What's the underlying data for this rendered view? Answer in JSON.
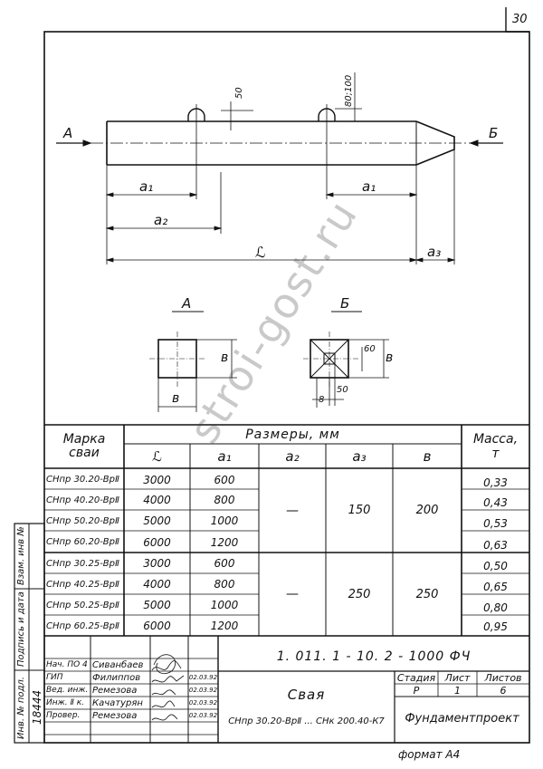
{
  "page_number": "30",
  "drawing": {
    "view_arrow_left": "А",
    "view_arrow_right": "Б",
    "dim_50": "50",
    "dim_80_100": "80;100",
    "dim_a1": "a₁",
    "dim_a1_right": "a₁",
    "dim_a2": "a₂",
    "dim_L": "ℒ",
    "dim_a3": "a₃",
    "section_a_label": "А",
    "section_b_label": "Б",
    "section_a_side": "в",
    "section_a_bottom": "в",
    "section_b_60": "60",
    "section_b_side": "в",
    "section_b_8": "8",
    "section_b_50": "50"
  },
  "table": {
    "header_mark": "Марка\nсваи",
    "header_sizes": "Размеры, мм",
    "header_mass": "Масса,\nт",
    "col_L": "ℒ",
    "col_a1": "a₁",
    "col_a2": "a₂",
    "col_a3": "a₃",
    "col_b": "в",
    "rows": [
      {
        "mark": "СНпр 30.20-ВрⅡ",
        "L": "3000",
        "a1": "600",
        "mass": "0,33"
      },
      {
        "mark": "СНпр 40.20-ВрⅡ",
        "L": "4000",
        "a1": "800",
        "mass": "0,43"
      },
      {
        "mark": "СНпр 50.20-ВрⅡ",
        "L": "5000",
        "a1": "1000",
        "mass": "0,53"
      },
      {
        "mark": "СНпр 60.20-ВрⅡ",
        "L": "6000",
        "a1": "1200",
        "mass": "0,63"
      },
      {
        "mark": "СНпр 30.25-ВрⅡ",
        "L": "3000",
        "a1": "600",
        "mass": "0,50"
      },
      {
        "mark": "СНпр 40.25-ВрⅡ",
        "L": "4000",
        "a1": "800",
        "mass": "0,65"
      },
      {
        "mark": "СНпр 50.25-ВрⅡ",
        "L": "5000",
        "a1": "1000",
        "mass": "0,80"
      },
      {
        "mark": "СНпр 60.25-ВрⅡ",
        "L": "6000",
        "a1": "1200",
        "mass": "0,95"
      }
    ],
    "group1": {
      "a2": "—",
      "a3": "150",
      "b": "200"
    },
    "group2": {
      "a2": "—",
      "a3": "250",
      "b": "250"
    }
  },
  "title_block": {
    "code": "1. 011. 1 - 10. 2 - 1000   ФЧ",
    "roles": [
      {
        "role": "Нач. ПО 4",
        "name": "Сиванбаев",
        "date": ""
      },
      {
        "role": "ГИП",
        "name": "Филиппов",
        "date": "02.03.92"
      },
      {
        "role": "Вед. инж.",
        "name": "Ремезова",
        "date": "02.03.92"
      },
      {
        "role": "Инж. Ⅱ к.",
        "name": "Качатурян",
        "date": "02.03.92"
      },
      {
        "role": "Провер.",
        "name": "Ремезова",
        "date": "02.03.92"
      }
    ],
    "product_name": "Свая",
    "product_range": "СНпр 30.20-ВрⅡ ... СНк 200.40-К7",
    "stage_label": "Стадия",
    "sheet_label": "Лист",
    "sheets_label": "Листов",
    "stage_value": "Р",
    "sheet_value": "1",
    "sheets_value": "6",
    "organization": "Фундаментпроект"
  },
  "side_strip": {
    "swap_label": "Взам. инв №",
    "sign_label": "Подпись и дата",
    "inv_label": "Инв. № подл.",
    "inv_value": "18444"
  },
  "watermark": "stroi-gost.ru",
  "format_label": "формат А4"
}
